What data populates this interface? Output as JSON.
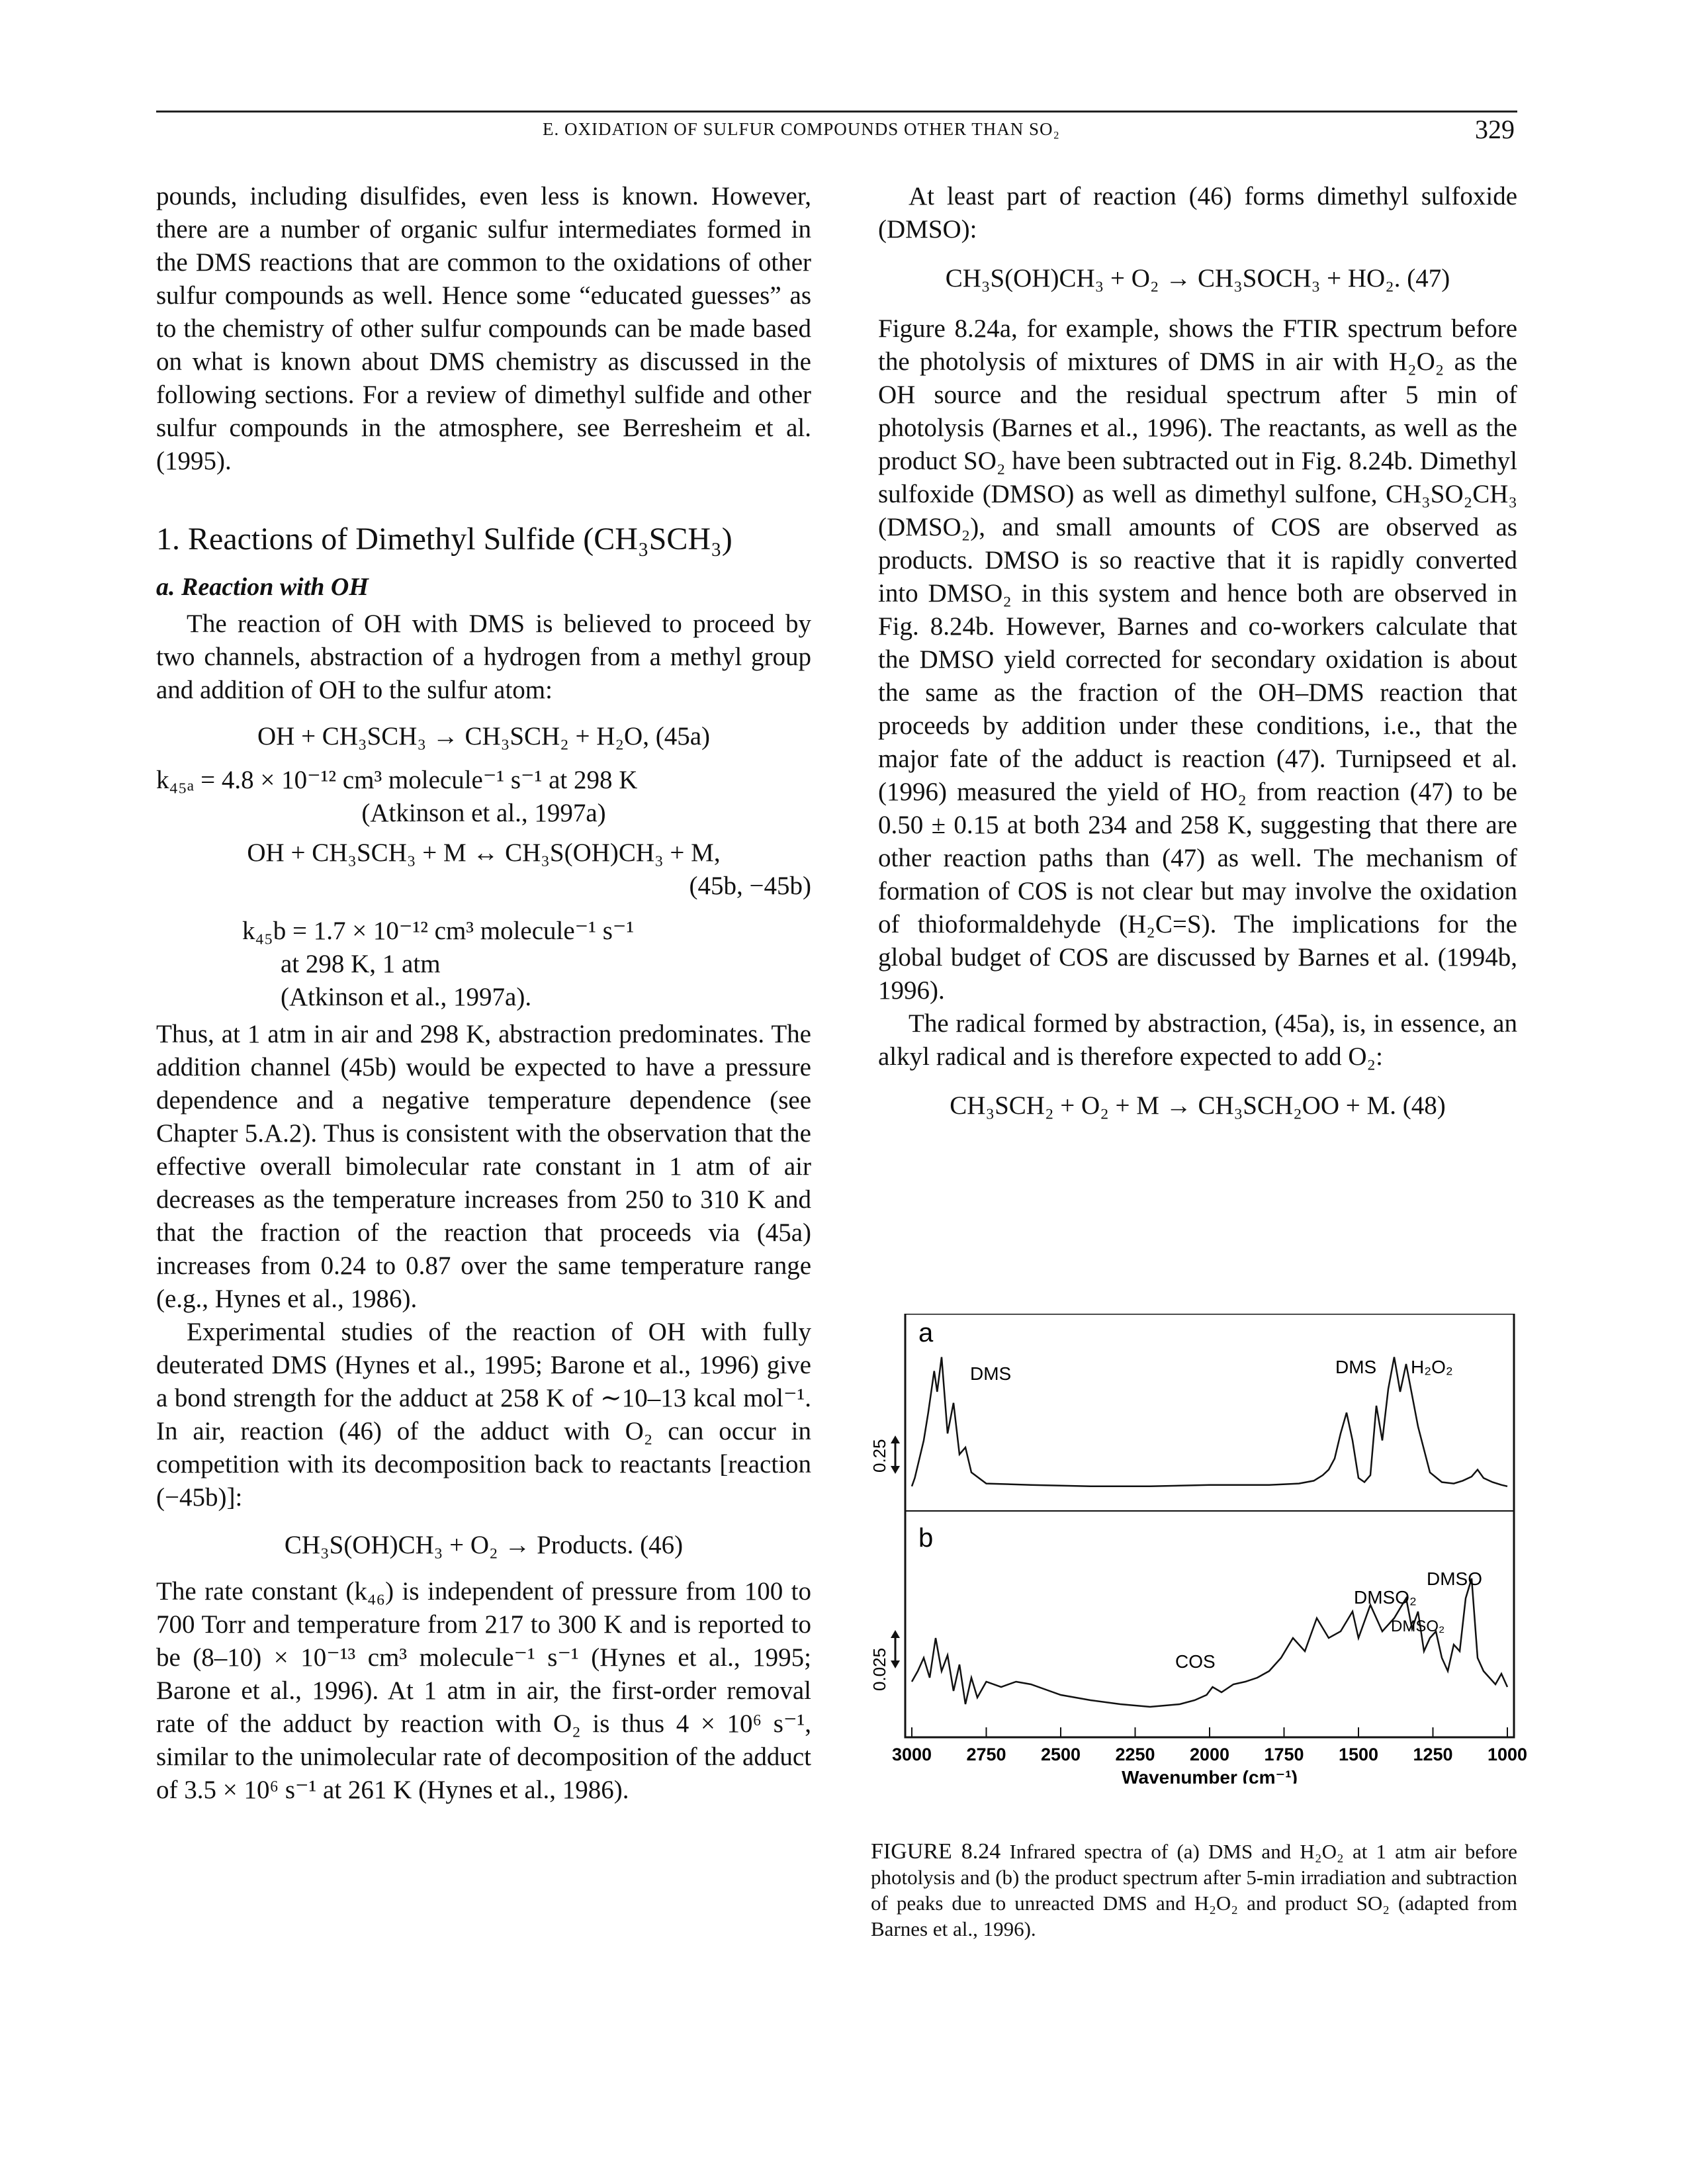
{
  "header": {
    "running_head": "E. OXIDATION OF SULFUR COMPOUNDS OTHER THAN SO₂",
    "page_number": "329"
  },
  "left": {
    "p1": "pounds, including disulfides, even less is known. However, there are a number of organic sulfur intermediates formed in the DMS reactions that are common to the oxidations of other sulfur compounds as well. Hence some “educated guesses” as to the chemistry of other sulfur compounds can be made based on what is known about DMS chemistry as discussed in the following sections. For a review of dimethyl sulfide and other sulfur compounds in the atmosphere, see Berresheim et al. (1995).",
    "section_heading": "1. Reactions of Dimethyl Sulfide (CH₃SCH₃)",
    "subsection_heading": "a. Reaction with OH",
    "p2": "The reaction of OH with DMS is believed to proceed by two channels, abstraction of a hydrogen from a methyl group and addition of OH to the sulfur atom:",
    "eq45a": "OH + CH₃SCH₃ → CH₃SCH₂ + H₂O, (45a)",
    "k45a": "k₄₅ₐ = 4.8 × 10⁻¹² cm³ molecule⁻¹ s⁻¹ at 298 K",
    "k45a_ref": "(Atkinson et al., 1997a)",
    "eq45b": "OH + CH₃SCH₃ + M ↔ CH₃S(OH)CH₃ + M,",
    "eq45b_num": "(45b, −45b)",
    "k45b_1": "k₄₅b = 1.7 × 10⁻¹² cm³ molecule⁻¹ s⁻¹",
    "k45b_2": "at 298 K, 1 atm",
    "k45b_3": "(Atkinson et al., 1997a).",
    "p3": "Thus, at 1 atm in air and 298 K, abstraction predominates. The addition channel (45b) would be expected to have a pressure dependence and a negative temperature dependence (see Chapter 5.A.2). Thus is consistent with the observation that the effective overall bimolecular rate constant in 1 atm of air decreases as the temperature increases from 250 to 310 K and that the fraction of the reaction that proceeds via (45a) increases from 0.24 to 0.87 over the same temperature range (e.g., Hynes et al., 1986).",
    "p4": "Experimental studies of the reaction of OH with fully deuterated DMS (Hynes et al., 1995; Barone et al., 1996) give a bond strength for the adduct at 258 K of ∼10–13 kcal mol⁻¹. In air, reaction (46) of the adduct with O₂ can occur in competition with its decomposition back to reactants [reaction (−45b)]:",
    "eq46": "CH₃S(OH)CH₃ + O₂ → Products.      (46)",
    "p5": "The rate constant (k₄₆) is independent of pressure from 100 to 700 Torr and temperature from 217 to 300 K and is reported to be (8–10) × 10⁻¹³ cm³ molecule⁻¹ s⁻¹ (Hynes et al., 1995; Barone et al., 1996). At 1 atm in air, the first-order removal rate of the adduct by reaction with O₂ is thus 4 × 10⁶ s⁻¹, similar to the unimolecular rate of decomposition of the adduct of 3.5 × 10⁶ s⁻¹ at 261 K (Hynes et al., 1986)."
  },
  "right": {
    "p1": "At least part of reaction (46) forms dimethyl sulfoxide (DMSO):",
    "eq47": "CH₃S(OH)CH₃ + O₂ → CH₃SOCH₃ + HO₂. (47)",
    "p2": "Figure 8.24a, for example, shows the FTIR spectrum before the photolysis of mixtures of DMS in air with H₂O₂ as the OH source and the residual spectrum after 5 min of photolysis (Barnes et al., 1996). The reactants, as well as the product SO₂ have been subtracted out in Fig. 8.24b. Dimethyl sulfoxide (DMSO) as well as dimethyl sulfone, CH₃SO₂CH₃ (DMSO₂), and small amounts of COS are observed as products. DMSO is so reactive that it is rapidly converted into DMSO₂ in this system and hence both are observed in Fig. 8.24b. However, Barnes and co-workers calculate that the DMSO yield corrected for secondary oxidation is about the same as the fraction of the OH–DMS reaction that proceeds by addition under these conditions, i.e., that the major fate of the adduct is reaction (47). Turnipseed et al. (1996) measured the yield of HO₂ from reaction (47) to be 0.50 ± 0.15 at both 234 and 258 K, suggesting that there are other reaction paths than (47) as well. The mechanism of formation of COS is not clear but may involve the oxidation of thioformaldehyde (H₂C=S). The implications for the global budget of COS are discussed by Barnes et al. (1994b, 1996).",
    "p3": "The radical formed by abstraction, (45a), is, in essence, an alkyl radical and is therefore expected to add O₂:",
    "eq48": "CH₃SCH₂ + O₂ + M → CH₃SCH₂OO + M. (48)"
  },
  "figure": {
    "panel_a": "a",
    "panel_b": "b",
    "label_dms_left": "DMS",
    "label_dms_right": "DMS",
    "label_h2o2": "H₂O₂",
    "label_dmso2_upper": "DMSO₂",
    "label_dmso": "DMSO",
    "label_dmso2_inner": "DMSO₂",
    "label_cos": "COS",
    "scale_a": "0.25",
    "scale_b": "0.025",
    "xlabel": "Wavenumber (cm⁻¹)",
    "caption_label": "FIGURE 8.24",
    "caption_text": "Infrared spectra of (a) DMS and H₂O₂ at 1 atm air before photolysis and (b) the product spectrum after 5-min irradiation and subtraction of peaks due to unreacted DMS and H₂O₂ and product SO₂ (adapted from Barnes et al., 1996)."
  },
  "chart_data": {
    "type": "line",
    "xlabel": "Wavenumber (cm⁻¹)",
    "x_ticks": [
      3000,
      2750,
      2500,
      2250,
      2000,
      1750,
      1500,
      1250,
      1000
    ],
    "xlim": [
      3000,
      1000
    ],
    "series": [
      {
        "name": "a",
        "x": [
          3000,
          2990,
          2960,
          2945,
          2925,
          2915,
          2900,
          2880,
          2860,
          2840,
          2820,
          2800,
          2750,
          2600,
          2400,
          2200,
          2000,
          1800,
          1700,
          1650,
          1620,
          1600,
          1580,
          1560,
          1540,
          1520,
          1500,
          1480,
          1460,
          1440,
          1420,
          1400,
          1380,
          1360,
          1340,
          1300,
          1260,
          1220,
          1180,
          1150,
          1120,
          1100,
          1080,
          1050,
          1020,
          1000
        ],
        "y": [
          0.02,
          0.08,
          0.35,
          0.55,
          0.85,
          0.7,
          0.95,
          0.4,
          0.62,
          0.25,
          0.3,
          0.12,
          0.04,
          0.03,
          0.02,
          0.02,
          0.03,
          0.03,
          0.04,
          0.06,
          0.1,
          0.14,
          0.22,
          0.4,
          0.55,
          0.35,
          0.08,
          0.05,
          0.1,
          0.6,
          0.35,
          0.72,
          0.95,
          0.7,
          0.9,
          0.45,
          0.12,
          0.05,
          0.04,
          0.06,
          0.09,
          0.14,
          0.08,
          0.05,
          0.03,
          0.02
        ]
      },
      {
        "name": "b",
        "x": [
          3000,
          2980,
          2960,
          2940,
          2920,
          2900,
          2880,
          2860,
          2840,
          2820,
          2800,
          2780,
          2750,
          2700,
          2650,
          2600,
          2550,
          2500,
          2400,
          2300,
          2200,
          2100,
          2050,
          2010,
          1990,
          1960,
          1920,
          1880,
          1840,
          1800,
          1760,
          1720,
          1680,
          1640,
          1600,
          1560,
          1520,
          1500,
          1460,
          1420,
          1380,
          1340,
          1320,
          1300,
          1280,
          1260,
          1240,
          1220,
          1200,
          1180,
          1160,
          1140,
          1120,
          1100,
          1080,
          1060,
          1040,
          1020,
          1000
        ],
        "y": [
          0.22,
          0.3,
          0.4,
          0.25,
          0.55,
          0.3,
          0.42,
          0.15,
          0.35,
          0.05,
          0.25,
          0.1,
          0.22,
          0.18,
          0.22,
          0.2,
          0.16,
          0.12,
          0.08,
          0.05,
          0.03,
          0.05,
          0.08,
          0.12,
          0.18,
          0.14,
          0.2,
          0.22,
          0.25,
          0.3,
          0.4,
          0.55,
          0.45,
          0.7,
          0.55,
          0.6,
          0.75,
          0.55,
          0.8,
          0.6,
          0.7,
          0.85,
          0.62,
          0.75,
          0.45,
          0.55,
          0.6,
          0.4,
          0.3,
          0.5,
          0.45,
          0.85,
          1.0,
          0.4,
          0.3,
          0.25,
          0.2,
          0.28,
          0.18
        ]
      }
    ]
  }
}
